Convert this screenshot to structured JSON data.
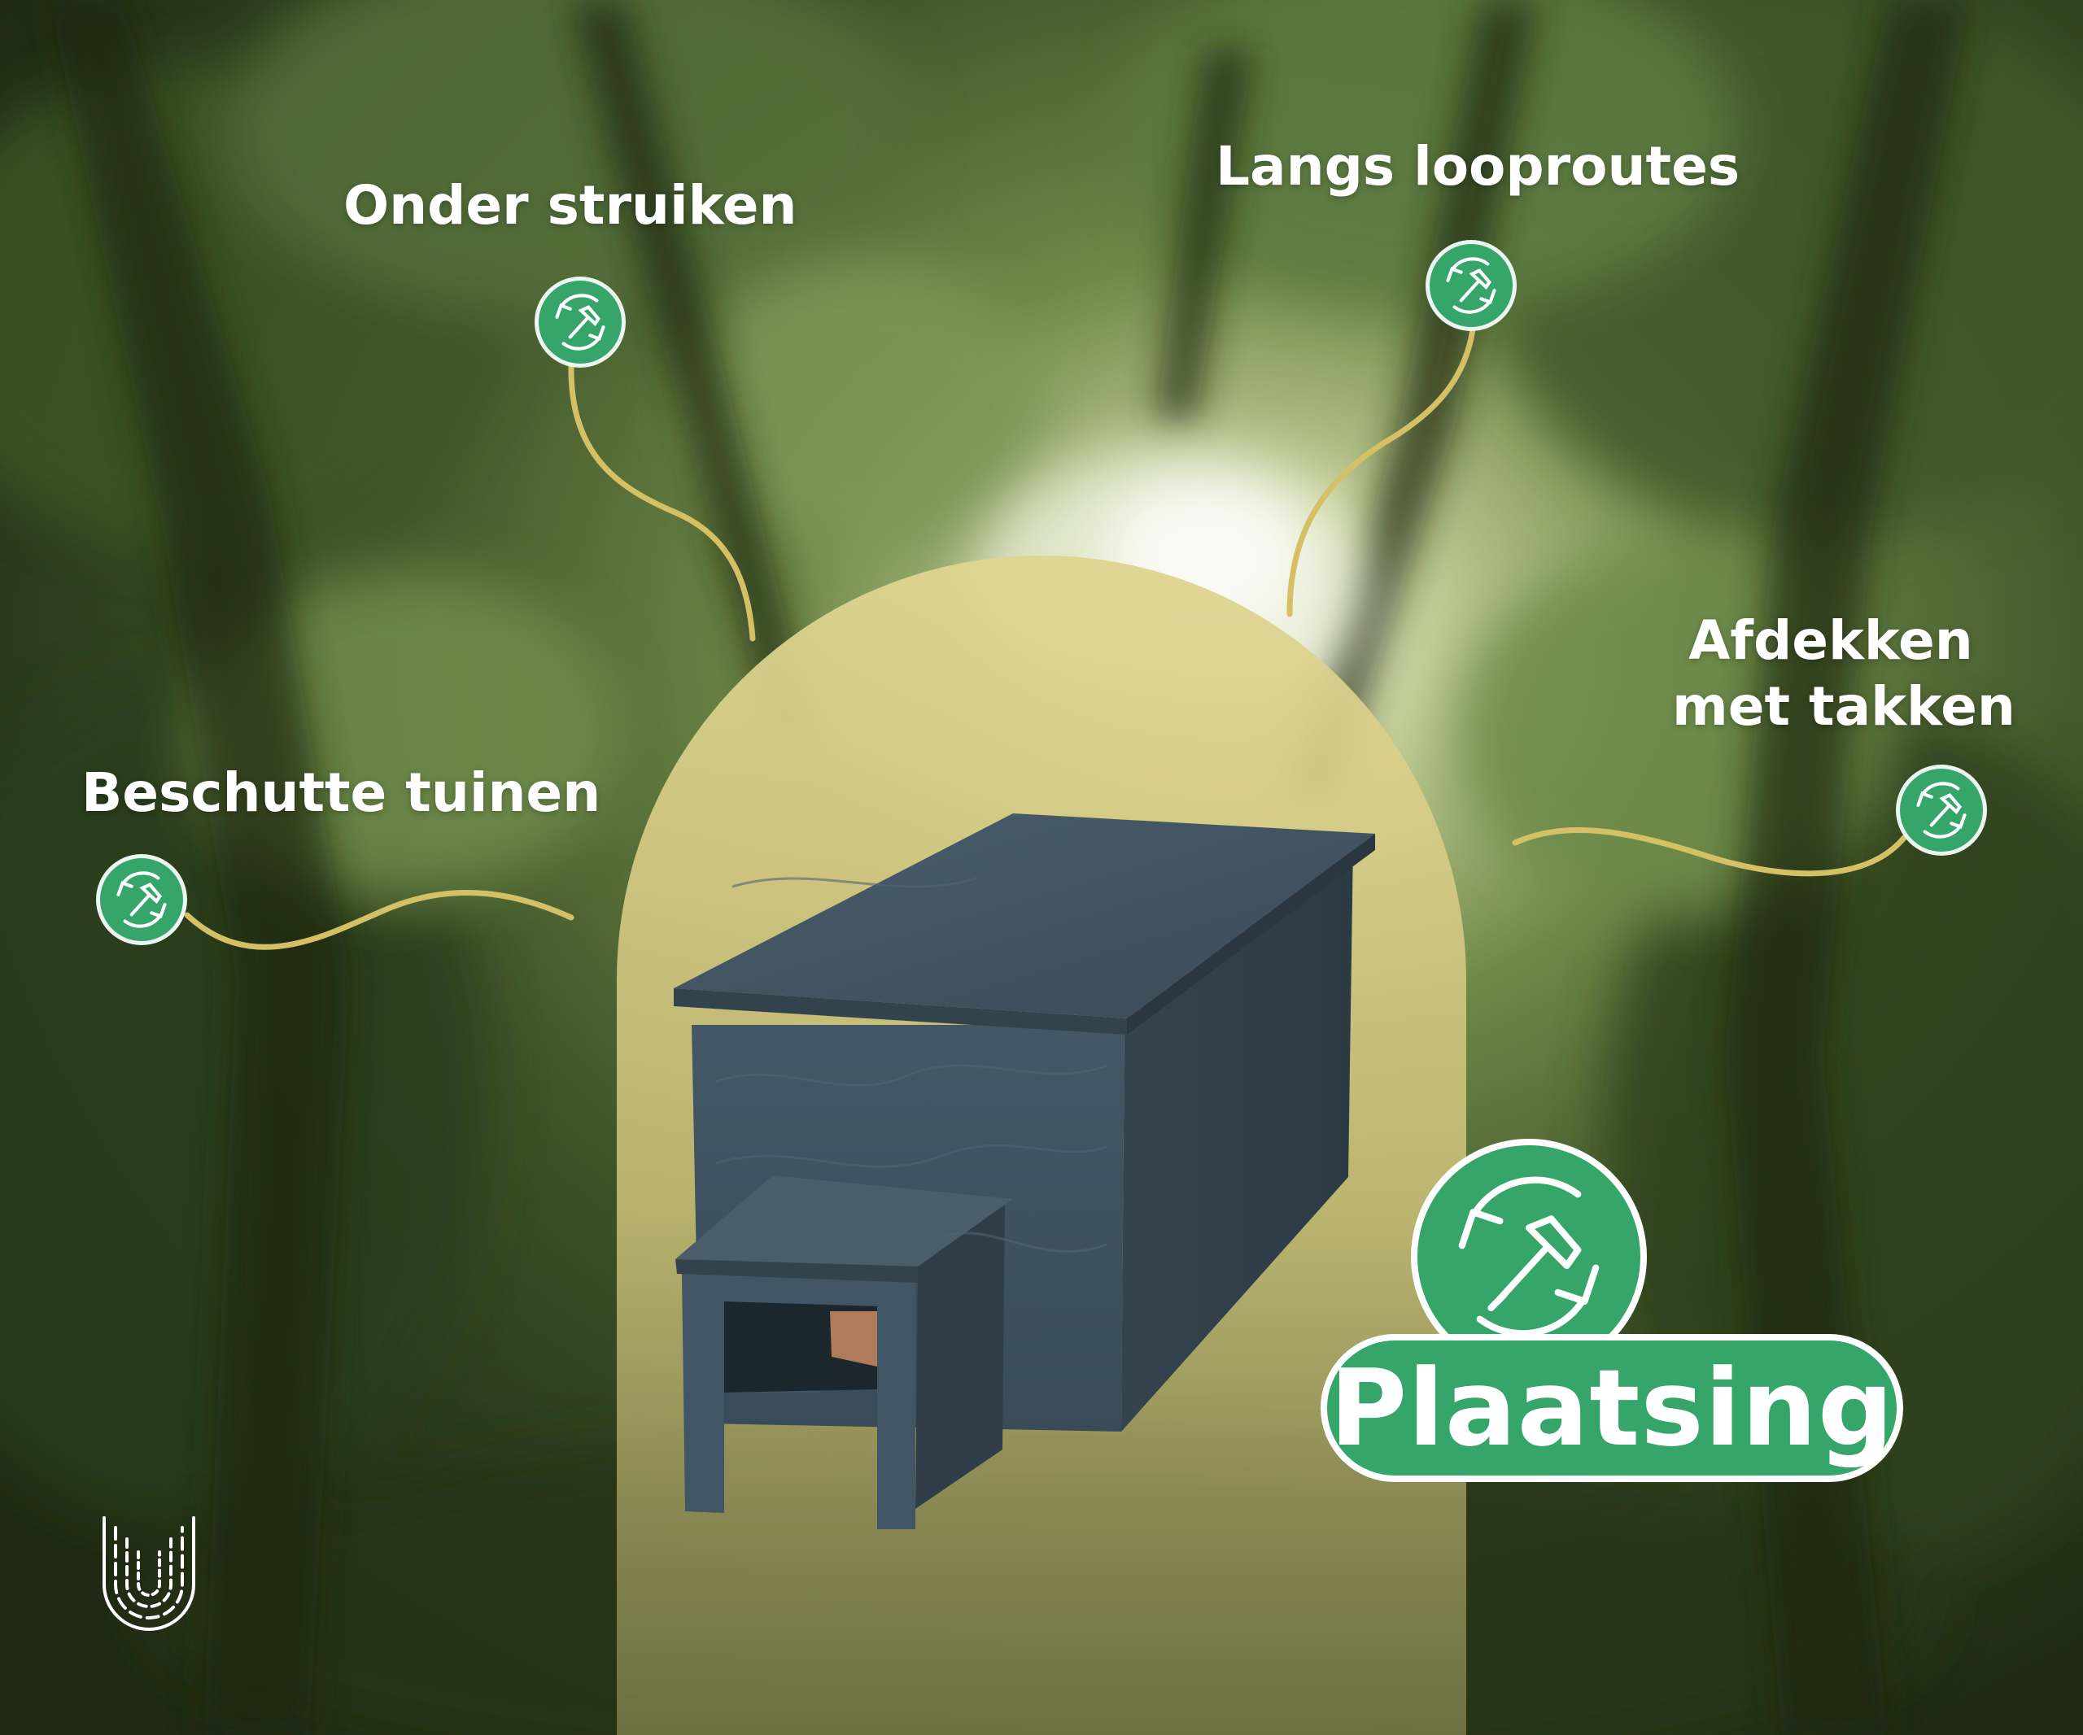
{
  "labels": {
    "onder_struiken": "Onder struiken",
    "langs_looproutes": "Langs looproutes",
    "afdekken_line1": "Afdekken",
    "afdekken_line2": "met takken",
    "beschutte_tuinen": "Beschutte tuinen"
  },
  "badge": {
    "text": "Plaatsing",
    "icon": "hammer-recycle-icon"
  },
  "icons": {
    "pin_icon": "hammer-recycle-icon",
    "logo": "striped-u-logo-icon"
  },
  "colors": {
    "brand_green": "#35a56a",
    "curve_gold": "#d6c065",
    "arch_gold": "#d9cd86",
    "box_slate": "#3f5260",
    "text_white": "#ffffff"
  }
}
